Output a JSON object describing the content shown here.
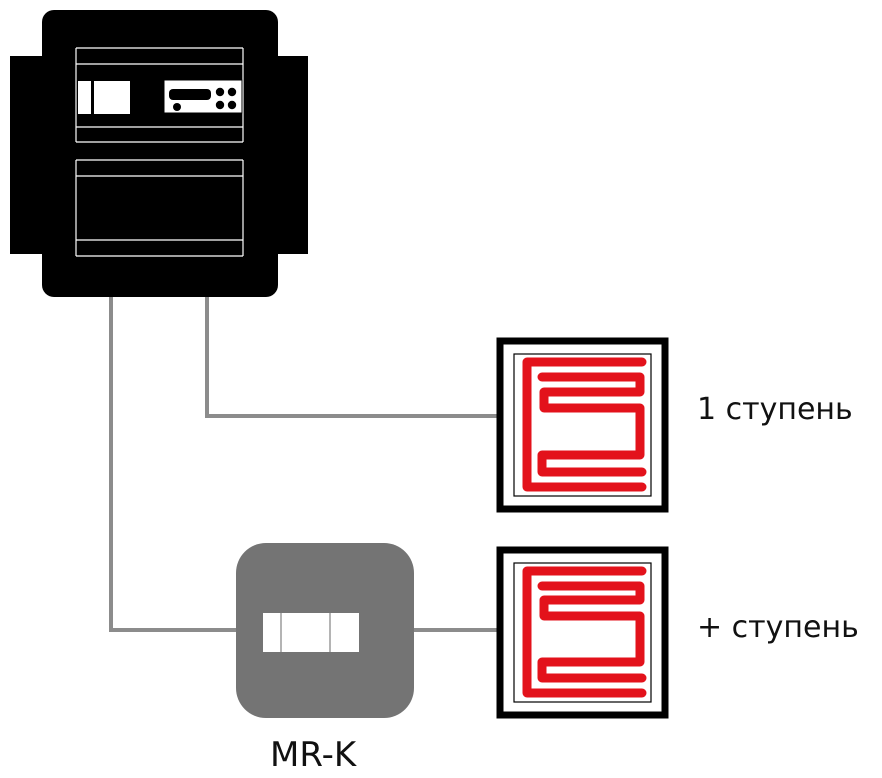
{
  "diagram": {
    "heater_1_label": "1 ступень",
    "heater_2_label": "+ ступень",
    "relay_label": "MR-K"
  },
  "colors": {
    "controller": "#000000",
    "wire": "#8c8c8c",
    "relay_body": "#747474",
    "heater_element": "#e3121b",
    "heater_frame": "#000000"
  },
  "icons": {
    "controller": "control-panel-icon",
    "heater": "heating-element-icon",
    "relay": "relay-module-icon"
  }
}
